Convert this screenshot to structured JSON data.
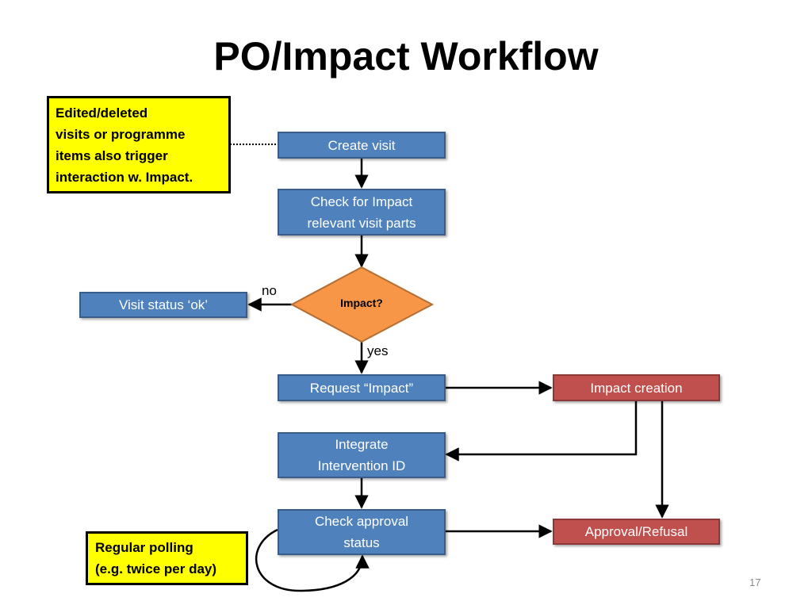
{
  "title": "PO/Impact Workflow",
  "notes": {
    "edited": [
      "Edited/deleted",
      "visits or programme",
      "items also trigger",
      "interaction w. Impact."
    ],
    "polling": [
      "Regular polling",
      "(e.g. twice per day)"
    ]
  },
  "nodes": {
    "create_visit": "Create visit",
    "check_impact": [
      "Check for Impact",
      "relevant visit parts"
    ],
    "decision": "Impact?",
    "visit_status_ok": "Visit status ‘ok’",
    "request_impact": "Request “Impact”",
    "impact_creation": "Impact creation",
    "integrate": [
      "Integrate",
      "Intervention ID"
    ],
    "check_approval": [
      "Check approval",
      "status"
    ],
    "approval_refusal": "Approval/Refusal"
  },
  "edge_labels": {
    "no": "no",
    "yes": "yes"
  },
  "page_number": "17",
  "colors": {
    "process_fill": "#4f81bd",
    "external_fill": "#c0504d",
    "decision_fill": "#f79646",
    "note_fill": "#ffff00"
  }
}
